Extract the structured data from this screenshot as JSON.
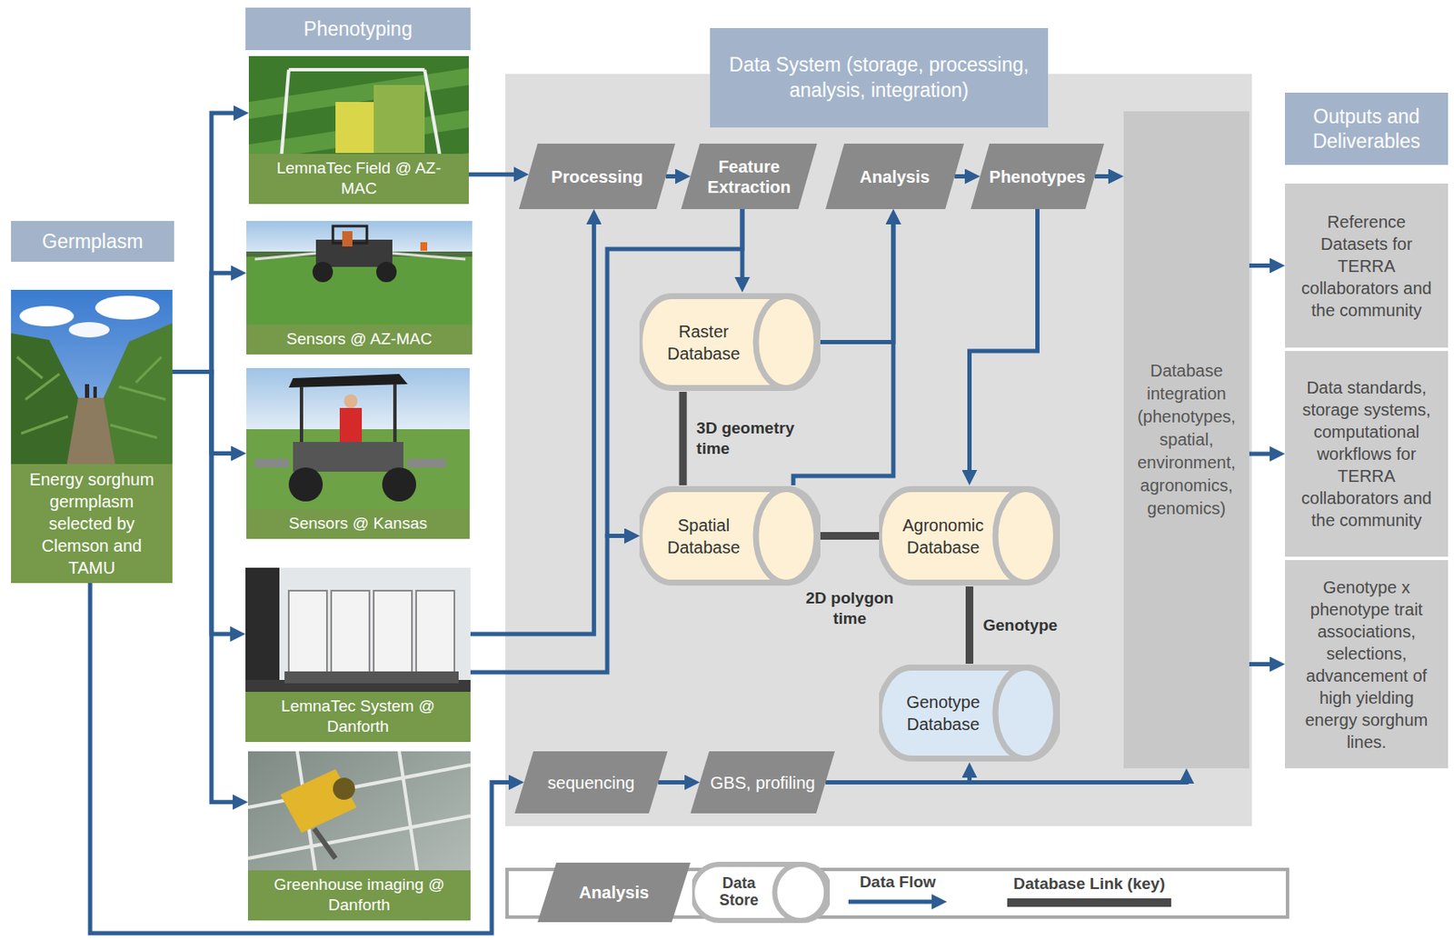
{
  "diagram": {
    "nodes": [
      {
        "text": [
          "Germplasm"
        ]
      },
      {
        "text": [
          "Energy sorghum germplasm selected by Clemson and TAMU"
        ]
      },
      {
        "text": [
          "Phenotyping"
        ]
      },
      {
        "text": [
          "LemnaTec Field @ AZ-MAC"
        ]
      },
      {
        "text": [
          "Sensors @ AZ-MAC"
        ]
      },
      {
        "text": [
          "Sensors @ Kansas"
        ]
      },
      {
        "text": [
          "LemnaTec System @ Danforth"
        ]
      },
      {
        "text": [
          "Greenhouse imaging @ Danforth"
        ]
      },
      {
        "text": [
          "Data System (storage, processing, analysis, integration)"
        ]
      },
      {
        "text": [
          "Processing"
        ],
        "in": 8
      },
      {
        "text": [
          "Feature Extraction"
        ],
        "in": 8
      },
      {
        "text": [
          "Analysis"
        ],
        "in": 8
      },
      {
        "text": [
          "Phenotypes"
        ],
        "in": 8
      },
      {
        "text": [
          "Raster Database"
        ],
        "in": 8
      },
      {
        "text": [
          "Spatial Database"
        ],
        "in": 8
      },
      {
        "text": [
          "Agronomic Database"
        ],
        "in": 8
      },
      {
        "text": [
          "Genotype Database"
        ],
        "in": 8
      },
      {
        "text": [
          "sequencing"
        ],
        "in": 8
      },
      {
        "text": [
          "GBS, profiling"
        ],
        "in": 8
      },
      {
        "text": [
          "Database integration (phenotypes, spatial, environment, agronomics, genomics)"
        ],
        "in": 8
      },
      {
        "text": [
          "Outputs and Deliverables"
        ]
      },
      {
        "text": [
          "Reference Datasets for TERRA collaborators and the community"
        ]
      },
      {
        "text": [
          "Data standards, storage systems, computational workflows for TERRA collaborators and the community"
        ]
      },
      {
        "text": [
          "Genotype x phenotype trait associations, selections, advancement of high yielding energy sorghum lines."
        ]
      }
    ],
    "edges": [
      {
        "from": 1,
        "to": 3,
        "arrow": "to"
      },
      {
        "from": 1,
        "to": 4,
        "arrow": "to"
      },
      {
        "from": 1,
        "to": 5,
        "arrow": "to"
      },
      {
        "from": 1,
        "to": 6,
        "arrow": "to"
      },
      {
        "from": 1,
        "to": 7,
        "arrow": "to"
      },
      {
        "from": 1,
        "to": 17,
        "arrow": "to"
      },
      {
        "from": 3,
        "to": 9,
        "arrow": "to"
      },
      {
        "from": 9,
        "to": 10,
        "arrow": "to"
      },
      {
        "from": 10,
        "to": 13,
        "arrow": "to"
      },
      {
        "from": 10,
        "to": 14,
        "arrow": "to"
      },
      {
        "from": 6,
        "to": 9,
        "arrow": "to"
      },
      {
        "from": 6,
        "to": 14,
        "arrow": "to"
      },
      {
        "from": 11,
        "to": 12,
        "arrow": "to"
      },
      {
        "from": 12,
        "to": 19,
        "arrow": "to"
      },
      {
        "from": 12,
        "to": 15,
        "arrow": "to"
      },
      {
        "from": 13,
        "to": 11,
        "arrow": "to"
      },
      {
        "from": 14,
        "to": 11,
        "arrow": "to"
      },
      {
        "from": 13,
        "to": 14,
        "label": "3D geometry time",
        "arrow": "none"
      },
      {
        "from": 14,
        "to": 15,
        "label": "2D polygon time",
        "arrow": "none"
      },
      {
        "from": 15,
        "to": 16,
        "label": "Genotype",
        "arrow": "none"
      },
      {
        "from": 17,
        "to": 18,
        "arrow": "to"
      },
      {
        "from": 18,
        "to": 16,
        "arrow": "to"
      },
      {
        "from": 18,
        "to": 19,
        "arrow": "to"
      },
      {
        "from": 19,
        "to": 21,
        "arrow": "to"
      },
      {
        "from": 19,
        "to": 22,
        "arrow": "to"
      },
      {
        "from": 19,
        "to": 23,
        "arrow": "to"
      }
    ],
    "legend": [
      {
        "text": "Analysis"
      },
      {
        "text": "Data Store"
      },
      {
        "text": "Data Flow"
      },
      {
        "text": "Database Link (key)"
      }
    ]
  }
}
